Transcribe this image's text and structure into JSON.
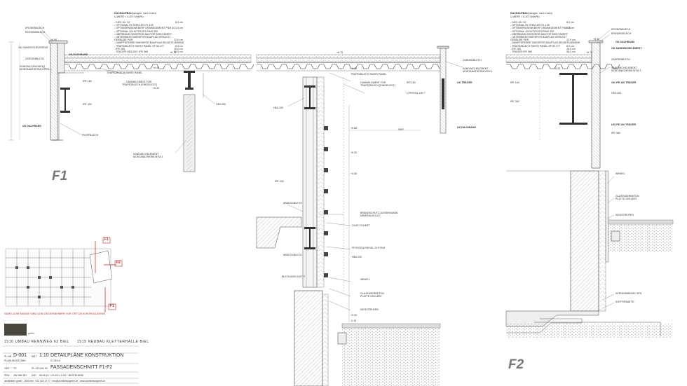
{
  "sections": {
    "f1": "F1",
    "f2": "F2"
  },
  "roof_build_up_left": {
    "title": "DACHAUFBAU",
    "title_note": "(ausgen. nach innen)",
    "u_value": "U-WERT = 0.207 W/(M²K)",
    "layers": [
      "- KIES 16 / 32",
      "- OPTIONAL FILTERVLIES PL 105",
      "- OPTIMIERN BEWEBERF DRAINELEMENT FNM 30",
      "- OPTIONAL SCHUTZVLIES RMS 300",
      "- ÜBERBAND SWISSPOR BAUTOP BESCHWERT",
      "- UNTERBAHN SWISSPOR BAUPLAN VERLEGT",
      "  GEBÄUDE PUR",
      "- DAMPFSPERRE SWISSPOR BAUPLAN SELBSTKLEBEND",
      "- TRAPEZBLECH SWISS PANEL SP 80 277",
      "- IPE 160",
      "- TRÄGER HEA 200 / IPE 360"
    ],
    "thicknesses": [
      "8.0 cm",
      "",
      "3.0 cm",
      "",
      "",
      "",
      "12.0 cm",
      "",
      "8.0 cm",
      "16.0 cm",
      "20.0 cm"
    ]
  },
  "roof_build_up_right": {
    "title": "DACHAUFBAU",
    "title_note": "(ausgen. nach innen)",
    "u_value": "U-WERT = 0.207 W/(M²K)",
    "layers": [
      "- KIES 16 / 32",
      "- OPTIONAL FILTERVLIES PL 105",
      "- OPTIMIERN BEWEBERF DRAINELEMENT FNM 30",
      "- OPTIONAL SCHUTZVLIES RMS 300",
      "- ÜBERBAND SWISSPOR BAUTOP BESCHWERT",
      "- UNTERBAHN SWISSPOR BAUPLAN VERLEGT",
      "  GEBÄUDE PUR",
      "- DAMPFSPERRE SWISSPOR BAUPLAN SELBSTKLEBEND",
      "- TRAPEZBLECH SWISS PANEL SP 80 277",
      "- IPE 160",
      "- TRÄGER IPE 360"
    ],
    "thicknesses": [
      "8.0 cm",
      "",
      "3.0 cm",
      "",
      "",
      "",
      "12.0 cm",
      "",
      "8.0 cm",
      "16.0 cm",
      "36.0 cm"
    ]
  },
  "labels_left": {
    "kronenblech": "KRONENBLECH",
    "einhangblech": "EINHANGBLECH",
    "ok_sandwich": "OK SANDWICHELEMENT",
    "ok_dachrand": "OK DACHRAND",
    "zargenblech": "ZARGENBLECH",
    "sandwich_1": "SANDWICHELEMENT",
    "sandwich_2": "MONTANATHERM MTW 1",
    "ipe_160": "IPE 160",
    "ipe_400": "IPE 400",
    "trapezblech": "TRAPEZBLECH SWISS PANEL",
    "daemmelement_1": "DÄMMELEMENT FÜR",
    "daemmelement_2": "TRAPEZBLECH (EINGELEGT)",
    "hea_200": "HEA 200",
    "tropfblech": "TROPFBLECH",
    "uk_dachrand": "UK DACHRAND",
    "sandwich_b1": "SANDWICHELEMENT",
    "sandwich_b2": "MONTANATHERM MTW 1"
  },
  "labels_middle": {
    "trapezblech": "TRAPEZBLECH SWISS PANEL",
    "daemmelement_1": "DÄMMELEMENT FÜR",
    "daemmelement_2": "TRAPEZBLECH (EINGELEGT)",
    "ipe_160": "IPE 160",
    "hea_200": "HEA 200",
    "zargenblech": "ZARGENBLECH",
    "sandwich_1": "SANDWICHELEMENT",
    "sandwich_2": "MONTANATHERM MTW 1",
    "ok_traeger": "OK TRÄGER",
    "u_profil": "U-PROFIL 180 ?",
    "uk_dachrand": "UK DACHRAND",
    "ipe_200": "IPE 200",
    "abdeckblech": "ABDECKBLECH",
    "brandschutz_1": "BRANDSCHUTZ-AUSSENWAND",
    "brandschutz_2": "MINERALWOLLE",
    "glas_1": "GLAS FOLIERT",
    "pfosten": "PFOSTEN-RIEGEL SYSTEM",
    "hea_200b": "HEA 200",
    "abdeckblech_2": "ABDECKBLECH",
    "winkel": "WINKEL",
    "blechanschluss": "BLECHANSCHLETT",
    "glasfaser_1": "GLASFASERBETON",
    "glasfaser_2": "PLATTE GEKLEBT",
    "kiesstreifen": "KIESSTREIFEN",
    "dim": "SMS"
  },
  "labels_right": {
    "kronenblech": "KRONENBLECH",
    "einhangblech": "EINHANGBLECH",
    "ok_sandwich": "OK SANDWICHELEMENT",
    "ok_dachrand": "OK DACHRAND",
    "zargenblech": "ZARGENBLECH",
    "sandwich_1": "SANDWICHELEMENT",
    "sandwich_2": "MONTANATHERM MTW 1",
    "ipe_160": "IPE 160",
    "ok_ipe": "OK IPE 160 TRÄGER",
    "hea_200": "HEA 200",
    "ipe_360": "IPE 360",
    "uk_ipe": "UK IPE 160 TRÄGER",
    "ipe_360b": "IPE 360",
    "winkel": "WINKEL",
    "glasfaser_1": "GLASFASERBETON",
    "glasfaser_2": "PLATTE GEKLEBT",
    "kiesstreifen": "KIESSTREIFEN",
    "kerndaemmung": "KERNDÄMMUNG XPS",
    "koffermatte": "KOFFERMATTE"
  },
  "levels": {
    "l1": "+6.90",
    "l2": "+6.75",
    "l3": "+6.45",
    "l4": "+6.30",
    "l5": "+5.88",
    "l6": "+5.25",
    "l7": "+4.55",
    "l8": "+0.00",
    "l9": "-0.15"
  },
  "keyplan_markers": [
    "F1",
    "F2",
    "F1"
  ],
  "title_block": {
    "warning": "SÄMTLICHE MASSE SIND VOM UNTERNEHMER VOR ORT ZU KONTROLLIEREN",
    "office": "gmbh",
    "project_left": "1516 UMBAU RENNWEG 62 BIEL",
    "project_right": "1519 NEUBAU KLETTERHALLE BIEL",
    "plan_nr_label": "PL.NR.",
    "plan_nr": "D-001",
    "mst_label": "MST",
    "scale": "1:10",
    "plan_title": "DETAILPLÄNE KONSTRUKTION",
    "planungsstand_label": "PLANUNGSSTAND",
    "planungsstand_date": "07.06.16",
    "gez_label": "GEZ.",
    "gez": "TC",
    "plgr_label": "PL.GR.",
    "plgr": "109/ 90",
    "plan_subtitle": "FASSADENSCHNITT F1-F2",
    "pru_label": "PRÜ.",
    "pru": "JM/ MB/ RH",
    "dat_label": "DAT.",
    "dat": "08.06.16",
    "ch": "CH-0/3 u 0.00 + BESTEHEND",
    "footer": "architekten gmbh · 2500 biel · 032 323 17 77 · info@architekturgmbh.ch · www.architekturgmbh.ch"
  }
}
